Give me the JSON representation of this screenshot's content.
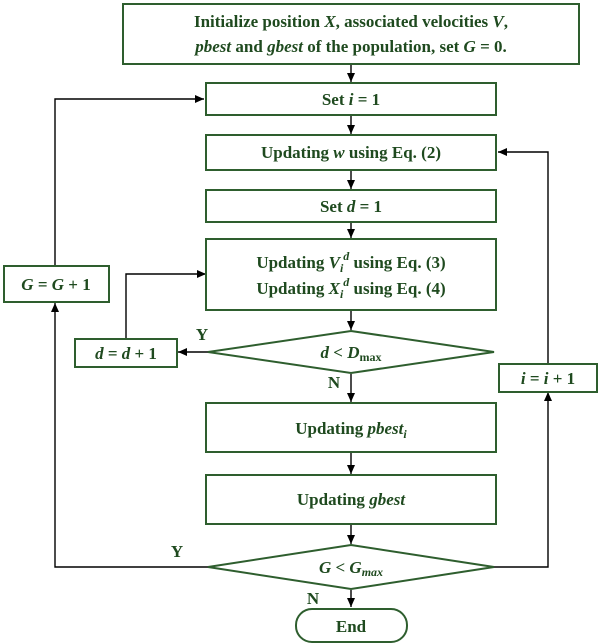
{
  "colors": {
    "node_stroke": "#2e5e2e",
    "text": "#1f4a1f",
    "edge": "#000000"
  },
  "nodes": {
    "init": {
      "line1": {
        "a": "Initialize position ",
        "X": "X",
        "b": ", associated velocities ",
        "V": "V",
        "c": ","
      },
      "line2": {
        "pbest": "pbest",
        "and": " and ",
        "gbest": "gbest",
        "rest": " of the population, set ",
        "G": "G",
        "eq": " = 0."
      }
    },
    "set_i": {
      "pre": "Set ",
      "var": "i",
      "post": " = 1"
    },
    "update_w": {
      "pre": "Updating ",
      "var": "w",
      "post": " using Eq. (2)"
    },
    "set_d": {
      "pre": "Set ",
      "var": "d",
      "post": " = 1"
    },
    "update_vx": {
      "line1": {
        "pre": "Updating ",
        "var": "V",
        "sub": "i",
        "sup": "d",
        "post": " using Eq. (3)"
      },
      "line2": {
        "pre": "Updating ",
        "var": "X",
        "sub": "i",
        "sup": "d",
        "post": " using Eq. (4)"
      }
    },
    "cond_d": {
      "var": "d",
      "op": " < ",
      "D": "D",
      "sub": "max"
    },
    "update_pbest": {
      "pre": "Updating ",
      "var": "pbest",
      "sub": "i"
    },
    "update_gbest": {
      "pre": "Updating ",
      "var": "gbest"
    },
    "cond_G": {
      "var": "G",
      "op": " < ",
      "G2": "G",
      "sub": "max"
    },
    "end": {
      "label": "End"
    },
    "incr_d": {
      "a": "d",
      "eq": " = ",
      "b": "d",
      "plus": " + 1"
    },
    "incr_i": {
      "a": "i",
      "eq": " = ",
      "b": "i",
      "plus": " + 1"
    },
    "incr_G": {
      "a": "G",
      "eq": " = ",
      "b": "G",
      "plus": " + 1"
    }
  },
  "edge_labels": {
    "d_yes": "Y",
    "d_no": "N",
    "G_yes": "Y",
    "G_no": "N"
  }
}
